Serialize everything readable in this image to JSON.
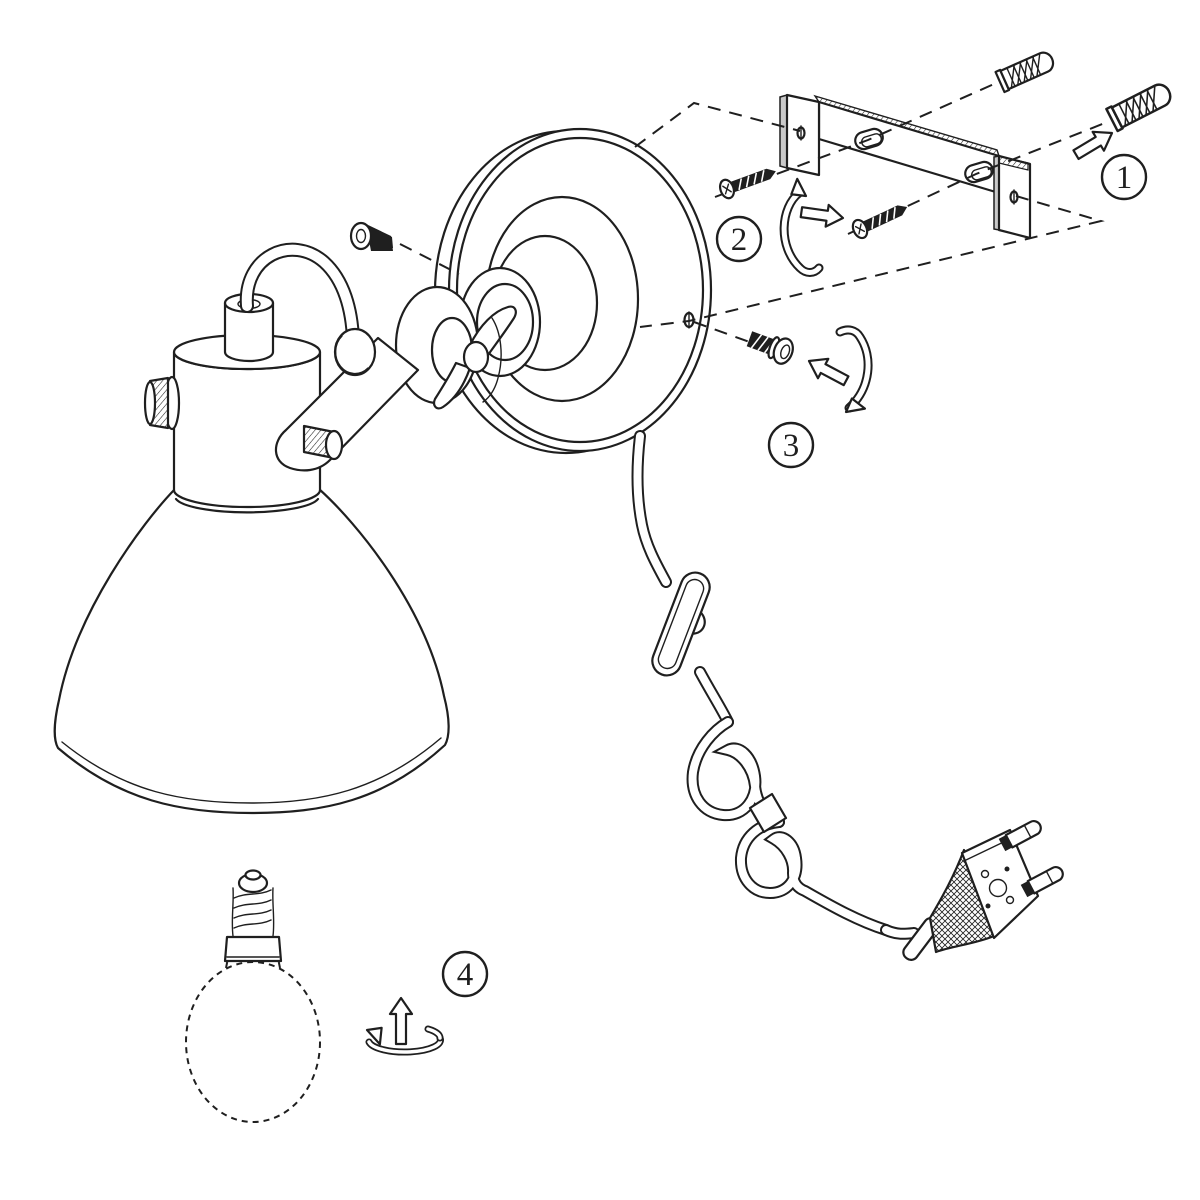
{
  "diagram": {
    "background": "#ffffff",
    "line_color": "#1f1f1f",
    "metal_edge_color": "#c9c9c9",
    "steps": [
      {
        "label": "1",
        "icon": "wall-anchor-insert-arrow-icon"
      },
      {
        "label": "2",
        "icon": "mounting-screws-rotation-icon"
      },
      {
        "label": "3",
        "icon": "canopy-screw-rotation-icon"
      },
      {
        "label": "4",
        "icon": "bulb-screw-in-rotation-icon"
      }
    ]
  }
}
